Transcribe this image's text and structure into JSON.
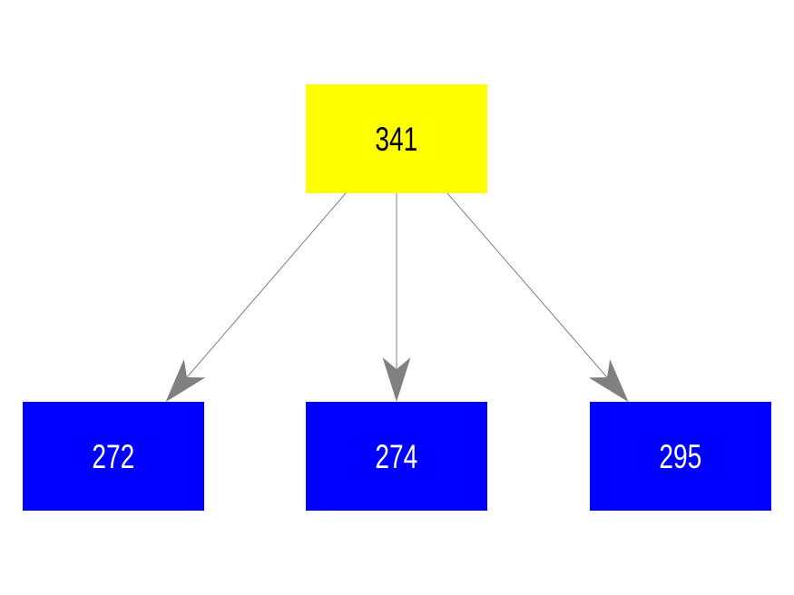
{
  "diagram": {
    "type": "tree",
    "background_color": "#ffffff",
    "edge_color": "#808080",
    "arrowhead_color": "#808080",
    "nodes": [
      {
        "id": "root",
        "label": "341",
        "fill": "#ffff00",
        "text_color": "#000000",
        "role": "parent"
      },
      {
        "id": "child-1",
        "label": "272",
        "fill": "#0000ff",
        "text_color": "#ffffff",
        "role": "child"
      },
      {
        "id": "child-2",
        "label": "274",
        "fill": "#0000ff",
        "text_color": "#ffffff",
        "role": "child"
      },
      {
        "id": "child-3",
        "label": "295",
        "fill": "#0000ff",
        "text_color": "#ffffff",
        "role": "child"
      }
    ],
    "edges": [
      {
        "from": "341",
        "to": "272",
        "style": "arrow"
      },
      {
        "from": "341",
        "to": "274",
        "style": "arrow"
      },
      {
        "from": "341",
        "to": "295",
        "style": "arrow"
      }
    ]
  }
}
